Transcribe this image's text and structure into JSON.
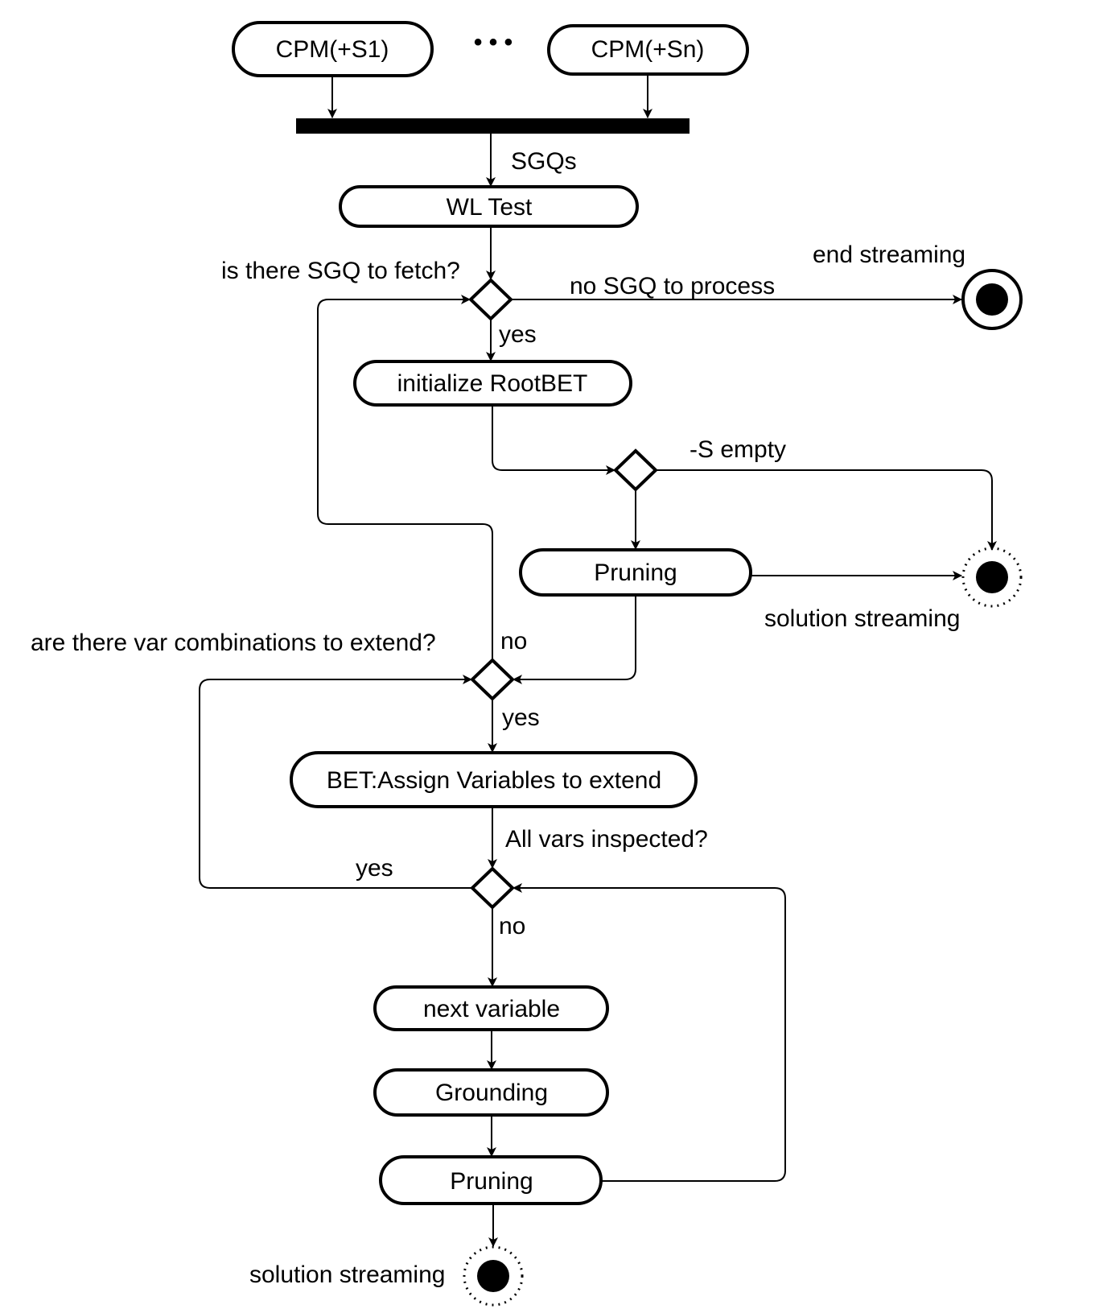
{
  "nodes": {
    "cpm_s1": "CPM(+S1)",
    "cpm_sn": "CPM(+Sn)",
    "ellipsis": "• • •",
    "wl_test": "WL Test",
    "init_rootbet": "initialize RootBET",
    "pruning_1": "Pruning",
    "bet_assign": "BET:Assign Variables to extend",
    "next_variable": "next variable",
    "grounding": "Grounding",
    "pruning_2": "Pruning"
  },
  "labels": {
    "sgqs": "SGQs",
    "is_there_sgq": "is there SGQ to fetch?",
    "no_sgq_to_process": "no SGQ to process",
    "end_streaming": "end streaming",
    "yes_1": "yes",
    "s_empty": "-S empty",
    "solution_streaming_1": "solution streaming",
    "are_there_var_combinations": "are there var combinations to extend?",
    "no_1": "no",
    "yes_2": "yes",
    "all_vars_inspected": "All vars inspected?",
    "yes_3": "yes",
    "no_2": "no",
    "solution_streaming_2": "solution streaming"
  }
}
